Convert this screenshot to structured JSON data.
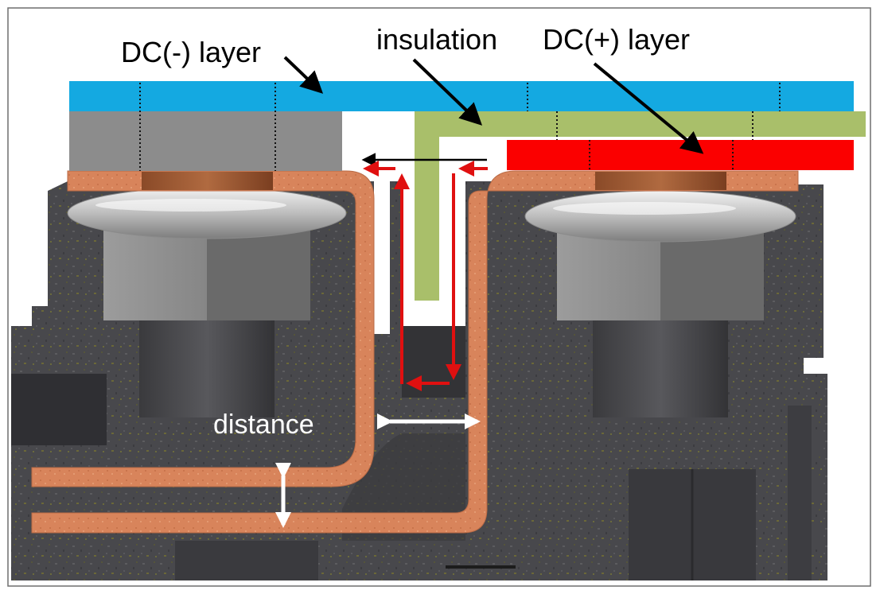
{
  "labels": {
    "dc_minus": "DC(-) layer",
    "insulation": "insulation",
    "dc_plus": "DC(+) layer",
    "distance": "distance"
  },
  "colors": {
    "dc_minus_layer": "#14a9e1",
    "dc_plus_layer": "#fb0000",
    "insulation": "#a9bf6a",
    "busbar": "#d9865d",
    "housing": "#4a4a4e",
    "current_arrow": "#e01010",
    "distance_arrow": "#ffffff"
  },
  "icons": {
    "current_path": "red-current-arrows",
    "distance_marker": "white-double-arrow"
  }
}
